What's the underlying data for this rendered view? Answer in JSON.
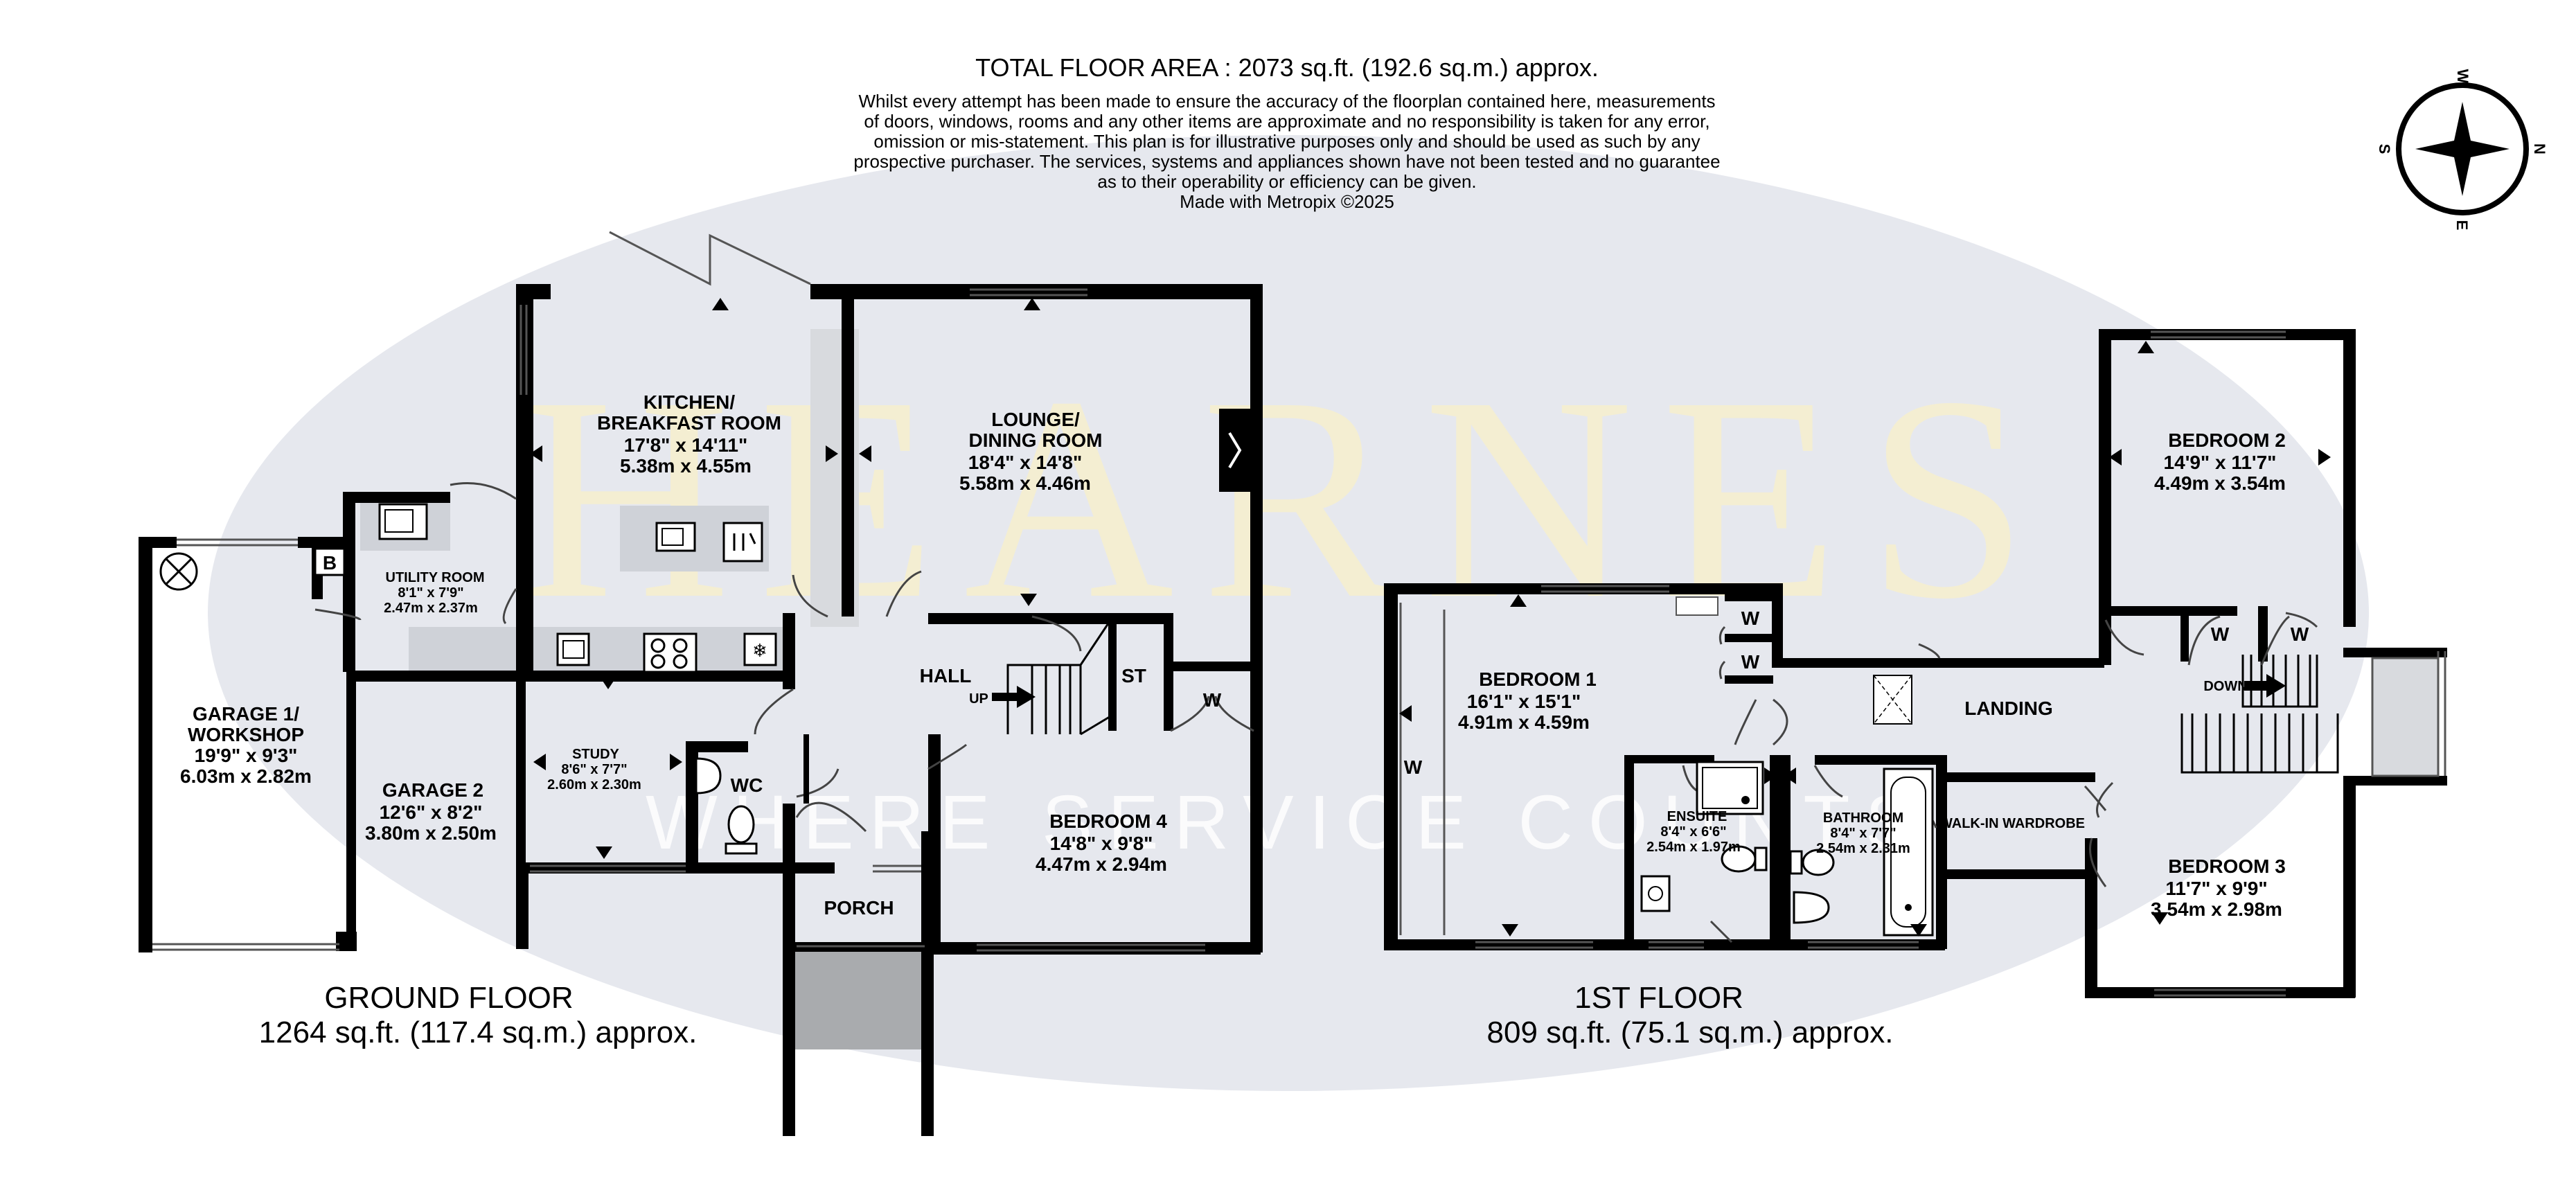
{
  "header": {
    "total": "TOTAL FLOOR AREA : 2073 sq.ft. (192.6 sq.m.) approx.",
    "disclaimer": [
      "Whilst every attempt has been made to ensure the accuracy of the floorplan contained here, measurements",
      "of doors, windows, rooms and any other items are approximate and no responsibility is taken for any error,",
      "omission or mis-statement. This plan is for illustrative purposes only and should be used as such by any",
      "prospective purchaser. The services, systems and appliances shown have not been tested and no guarantee",
      "as to their operability or efficiency can be given.",
      "Made with Metropix ©2025"
    ]
  },
  "watermark": {
    "brand": "HEARNES",
    "tagline": "WHERE SERVICE COUNTS"
  },
  "compass": {
    "n": "N",
    "s": "S",
    "e": "E",
    "w": "W"
  },
  "floors": {
    "ground": {
      "name": "GROUND FLOOR",
      "area": "1264 sq.ft. (117.4 sq.m.) approx."
    },
    "first": {
      "name": "1ST FLOOR",
      "area": "809 sq.ft. (75.1 sq.m.) approx."
    }
  },
  "rooms": {
    "kitchen": {
      "name": [
        "KITCHEN/",
        "BREAKFAST ROOM"
      ],
      "imperial": "17'8\"  x 14'11\"",
      "metric": "5.38m  x 4.55m"
    },
    "lounge": {
      "name": [
        "LOUNGE/",
        "DINING ROOM"
      ],
      "imperial": "18'4\"  x 14'8\"",
      "metric": "5.58m  x 4.46m"
    },
    "utility": {
      "name": [
        "UTILITY ROOM"
      ],
      "imperial": "8'1\"  x 7'9\"",
      "metric": "2.47m  x 2.37m"
    },
    "garage1": {
      "name": [
        "GARAGE 1/",
        "WORKSHOP"
      ],
      "imperial": "19'9\"  x 9'3\"",
      "metric": "6.03m  x 2.82m"
    },
    "garage2": {
      "name": [
        "GARAGE 2"
      ],
      "imperial": "12'6\"  x 8'2\"",
      "metric": "3.80m  x 2.50m"
    },
    "study": {
      "name": [
        "STUDY"
      ],
      "imperial": "8'6\"  x 7'7\"",
      "metric": "2.60m  x 2.30m"
    },
    "wc": {
      "name": [
        "WC"
      ]
    },
    "hall": {
      "name": [
        "HALL"
      ]
    },
    "st": {
      "name": [
        "ST"
      ]
    },
    "porch": {
      "name": [
        "PORCH"
      ]
    },
    "bedroom4": {
      "name": [
        "BEDROOM 4"
      ],
      "imperial": "14'8\"  x 9'8\"",
      "metric": "4.47m  x 2.94m"
    },
    "bedroom1": {
      "name": [
        "BEDROOM 1"
      ],
      "imperial": "16'1\"  x 15'1\"",
      "metric": "4.91m  x 4.59m"
    },
    "bedroom2": {
      "name": [
        "BEDROOM 2"
      ],
      "imperial": "14'9\"  x 11'7\"",
      "metric": "4.49m  x 3.54m"
    },
    "bedroom3": {
      "name": [
        "BEDROOM 3"
      ],
      "imperial": "11'7\"  x 9'9\"",
      "metric": "3.54m  x 2.98m"
    },
    "ensuite": {
      "name": [
        "ENSUITE"
      ],
      "imperial": "8'4\"  x 6'6\"",
      "metric": "2.54m  x 1.97m"
    },
    "bathroom": {
      "name": [
        "BATHROOM"
      ],
      "imperial": "8'4\"  x 7'7\"",
      "metric": "2.54m  x 2.31m"
    },
    "landing": {
      "name": [
        "LANDING"
      ]
    },
    "walkin": {
      "name": [
        "WALK-IN WARDROBE"
      ]
    }
  },
  "markers": {
    "wardrobe": "W",
    "boiler": "B",
    "stairs_up": "UP",
    "stairs_down": "DOWN"
  }
}
